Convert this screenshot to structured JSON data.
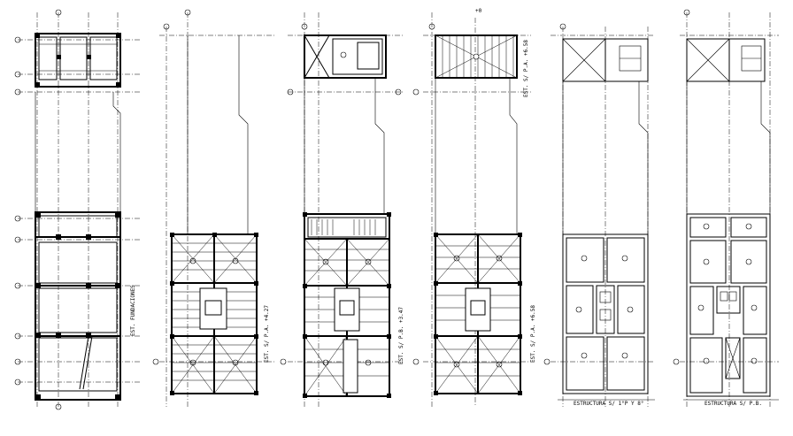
{
  "drawing": {
    "sheet_labels": {
      "cimentacion": "EST. FUNDACIONES",
      "pa_1": "EST. S/ P.A. +4.27",
      "pa_2": "EST. S/ P.B. +3.47",
      "pa_3": "EST. S/ P.A. +6.58",
      "estructura_1p": "ESTRUCTURA S/ 1°P Y 8°",
      "estructura_pb": "ESTRUCTURA S/ P.B."
    },
    "top_mark": "+0"
  }
}
